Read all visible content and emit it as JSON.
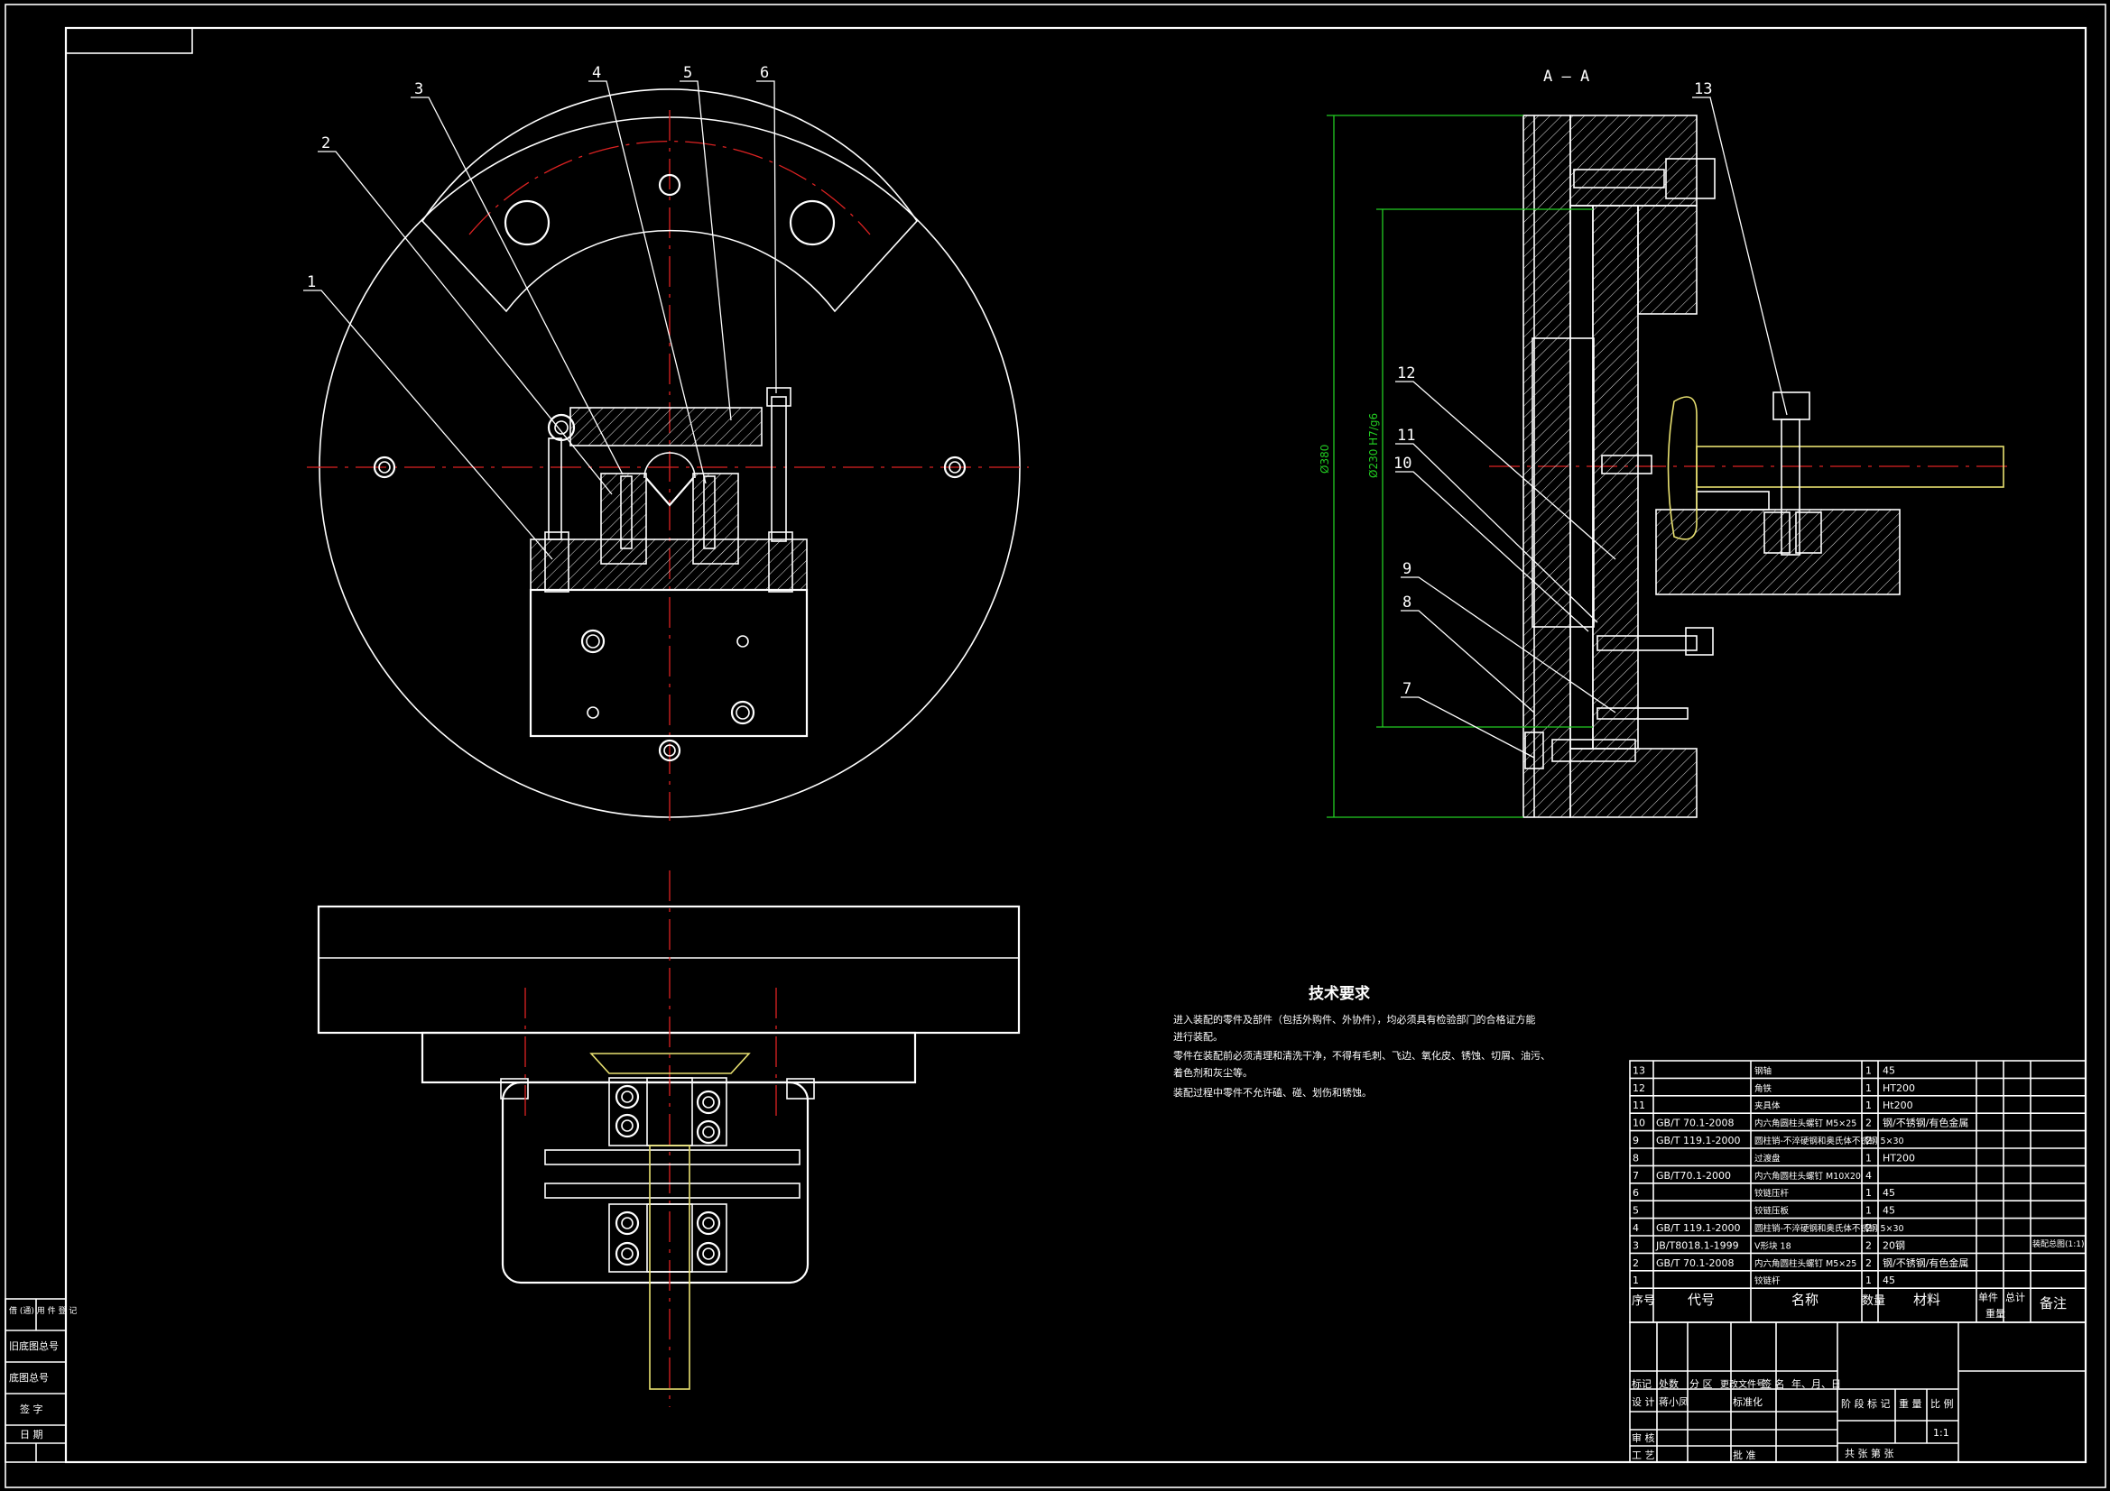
{
  "section_label": "A — A",
  "callouts": [
    "1",
    "2",
    "3",
    "4",
    "5",
    "6",
    "7",
    "8",
    "9",
    "10",
    "11",
    "12",
    "13"
  ],
  "dimensions": {
    "outer": "Ø380",
    "inner": "Ø230 H7/g6"
  },
  "tech_requirements": {
    "title": "技术要求",
    "lines": [
      "进入装配的零件及部件（包括外购件、外协件），均必须具有检验部门的合格证方能",
      "进行装配。",
      "零件在装配前必须清理和清洗干净，不得有毛刺、飞边、氧化皮、锈蚀、切屑、油污、",
      "着色剂和灰尘等。",
      "装配过程中零件不允许磕、碰、划伤和锈蚀。"
    ]
  },
  "bom": {
    "headers": {
      "no": "序号",
      "code": "代号",
      "name": "名称",
      "qty": "数量",
      "material": "材料",
      "weight_unit": "单件",
      "weight_total": "总计",
      "weight": "重量",
      "remark": "备注"
    },
    "rows": [
      {
        "no": "13",
        "code": "",
        "name": "钢轴",
        "qty": "1",
        "material": "45"
      },
      {
        "no": "12",
        "code": "",
        "name": "角铁",
        "qty": "1",
        "material": "HT200"
      },
      {
        "no": "11",
        "code": "",
        "name": "夹具体",
        "qty": "1",
        "material": "Ht200"
      },
      {
        "no": "10",
        "code": "GB/T 70.1-2008",
        "name": "内六角圆柱头螺钉 M5×25",
        "qty": "2",
        "material": "钢/不锈钢/有色金属"
      },
      {
        "no": "9",
        "code": "GB/T 119.1-2000",
        "name": "圆柱销-不淬硬钢和奥氏体不锈钢 5×30",
        "qty": "2",
        "material": ""
      },
      {
        "no": "8",
        "code": "",
        "name": "过渡盘",
        "qty": "1",
        "material": "HT200"
      },
      {
        "no": "7",
        "code": "GB/T70.1-2000",
        "name": "内六角圆柱头螺钉 M10X20",
        "qty": "4",
        "material": ""
      },
      {
        "no": "6",
        "code": "",
        "name": "铰链压杆",
        "qty": "1",
        "material": "45"
      },
      {
        "no": "5",
        "code": "",
        "name": "铰链压板",
        "qty": "1",
        "material": "45"
      },
      {
        "no": "4",
        "code": "GB/T 119.1-2000",
        "name": "圆柱销-不淬硬钢和奥氏体不锈钢 5×30",
        "qty": "2",
        "material": ""
      },
      {
        "no": "3",
        "code": "JB/T8018.1-1999",
        "name": "V形块 18",
        "qty": "2",
        "material": "20钢"
      },
      {
        "no": "2",
        "code": "GB/T 70.1-2008",
        "name": "内六角圆柱头螺钉 M5×25",
        "qty": "2",
        "material": "钢/不锈钢/有色金属"
      },
      {
        "no": "1",
        "code": "",
        "name": "铰链杆",
        "qty": "1",
        "material": "45"
      }
    ],
    "side_remark": "装配总图(1:1)"
  },
  "title_block": {
    "labels": [
      "标记",
      "处数",
      "分 区",
      "更改文件号",
      "签 名",
      "年、月、日"
    ],
    "design_label": "设 计",
    "designer": "蒋小凤",
    "std_label": "标准化",
    "check_label": "审 核",
    "process_label": "工 艺",
    "approve_label": "批 准",
    "stage_label": "阶 段 标 记",
    "weight_label": "重 量",
    "scale_label": "比 例",
    "scale": "1:1",
    "sheets": "共    张  第    张"
  },
  "left_strip": [
    "借 (通) 用 件 登 记",
    "旧底图总号",
    "底图总号",
    "签 字",
    "日 期"
  ]
}
